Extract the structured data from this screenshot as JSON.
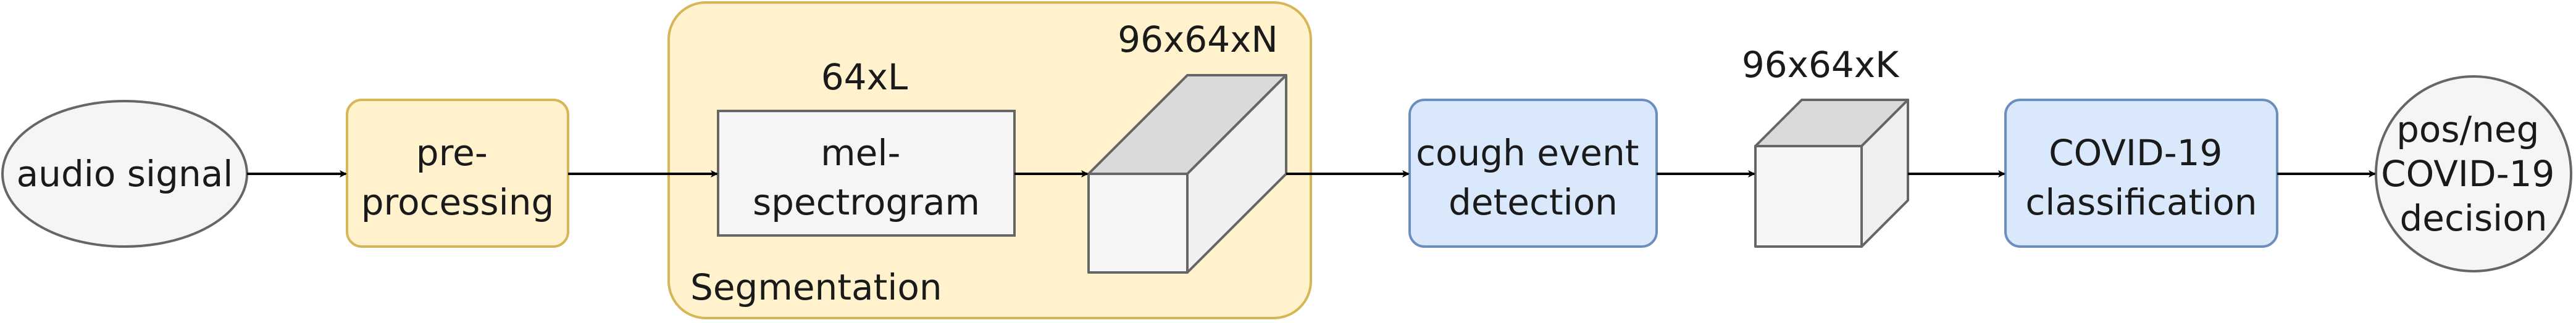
{
  "nodes": {
    "audio_signal": "audio signal",
    "preprocessing": [
      "pre-",
      "processing"
    ],
    "segmentation": "Segmentation",
    "melspectrogram": [
      "mel-",
      "spectrogram"
    ],
    "mel_dims": "64xL",
    "segment_dims": "96x64xN",
    "cough_detection": [
      "cough event",
      "detection"
    ],
    "cough_dims": "96x64xK",
    "covid_classification": [
      "COVID-19",
      "classification"
    ],
    "decision": [
      "pos/neg",
      "COVID-19",
      "decision"
    ]
  },
  "colors": {
    "yellow_fill": "#fff2cc",
    "yellow_stroke": "#d6b656",
    "blue_fill": "#dae8fc",
    "blue_stroke": "#6c8ebf",
    "gray_fill": "#f5f5f5",
    "gray_stroke": "#666666",
    "cube_top": "#dadada",
    "cube_side": "#f0f0f0"
  }
}
